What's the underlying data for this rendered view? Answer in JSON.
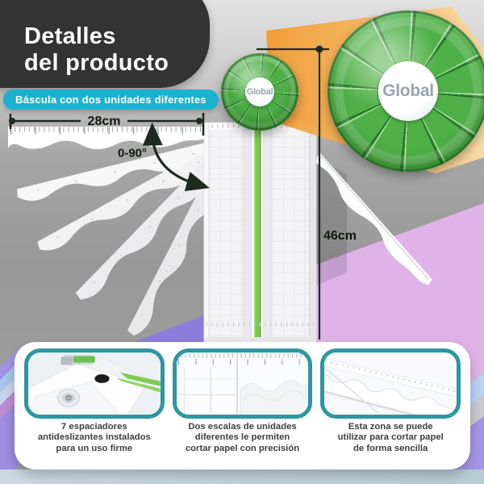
{
  "title": {
    "line1": "Detalles",
    "line2": "del producto"
  },
  "badge": {
    "text": "Báscula con dos unidades diferentes"
  },
  "brand": {
    "small": "Global",
    "large": "Global"
  },
  "measurements": {
    "width": "28cm",
    "angle": "0-90°",
    "height": "46cm"
  },
  "features": [
    {
      "lines": [
        "7 espaciadores",
        "antideslizantes instalados",
        "para un uso firme"
      ]
    },
    {
      "lines": [
        "Dos escalas de unidades",
        "diferentes le permiten",
        "cortar papel con precisión"
      ]
    },
    {
      "lines": [
        "Esta zona se puede",
        "utilizar para cortar papel",
        "de forma sencilla"
      ]
    }
  ],
  "colors": {
    "badge_dark": "#333333",
    "accent_teal": "#1BB2CF",
    "card_border": "#2B96A4",
    "wheel_green": "#4FB047",
    "strip_green": "#7CC94E",
    "beam_orange": "#F5A845",
    "lavender": "#DFB3E8",
    "background_gray": "#9B9B9B"
  }
}
